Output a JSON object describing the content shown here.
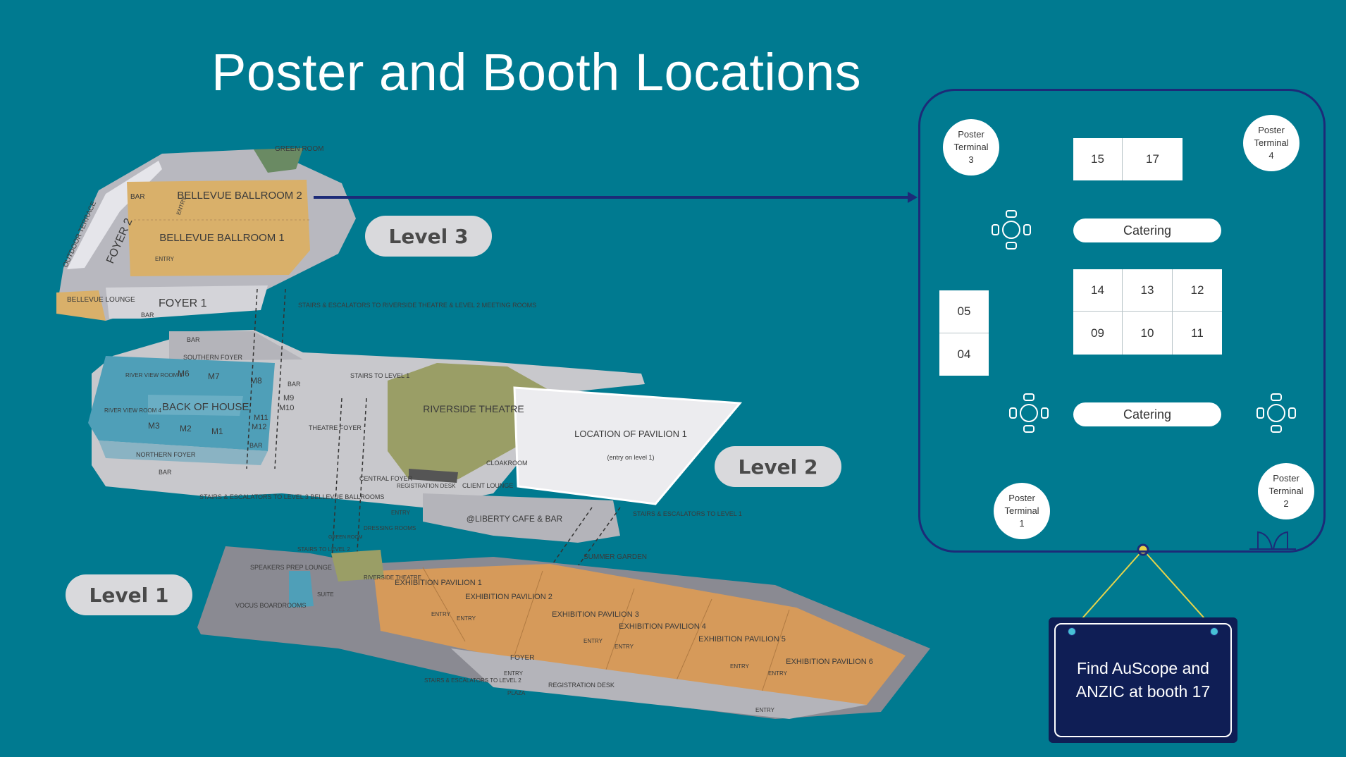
{
  "title": "Poster and Booth Locations",
  "levels": {
    "level3": "Level 3",
    "level2": "Level 2",
    "level1": "Level 1"
  },
  "map_labels": {
    "green_room_top": "GREEN ROOM",
    "bar_a": "BAR",
    "entry_a": "ENTRY",
    "bellevue_ballroom_2": "BELLEVUE BALLROOM 2",
    "bellevue_ballroom_1": "BELLEVUE BALLROOM 1",
    "outdoor_terrace": "OUTDOOR TERRACE",
    "foyer_2": "FOYER 2",
    "entry_b": "ENTRY",
    "bellevue_lounge": "BELLEVUE LOUNGE",
    "foyer_1": "FOYER 1",
    "bar_b": "BAR",
    "stairs_riverside": "STAIRS & ESCALATORS TO RIVERSIDE THEATRE & LEVEL 2 MEETING ROOMS",
    "bar_c": "BAR",
    "southern_foyer": "SOUTHERN FOYER",
    "river_view_5": "RIVER VIEW ROOM 5",
    "m6": "M6",
    "m7": "M7",
    "m8": "M8",
    "bar_d": "BAR",
    "river_view_4": "RIVER VIEW ROOM 4",
    "back_of_house": "BACK OF HOUSE",
    "m9": "M9",
    "m10": "M10",
    "m3": "M3",
    "m2": "M2",
    "m1": "M1",
    "m11": "M11",
    "m12": "M12",
    "bar_e": "BAR",
    "northern_foyer": "NORTHERN FOYER",
    "bar_f": "BAR",
    "stairs_level1": "STAIRS TO LEVEL 1",
    "theatre_foyer": "THEATRE FOYER",
    "riverside_theatre": "RIVERSIDE THEATRE",
    "cloakroom": "CLOAKROOM",
    "registration_desk_l2": "REGISTRATION DESK",
    "client_lounge": "CLIENT LOUNGE",
    "central_foyer": "CENTRAL FOYER",
    "location_pavilion": "LOCATION OF PAVILION 1",
    "entry_on_level": "(entry on level 1)",
    "stairs_ballrooms": "STAIRS & ESCALATORS TO LEVEL 3 BELLEVUE BALLROOMS",
    "entry_c": "ENTRY",
    "liberty_cafe": "@LIBERTY CAFE & BAR",
    "stairs_level1_b": "STAIRS & ESCALATORS TO LEVEL 1",
    "dressing_rooms": "DRESSING ROOMS",
    "green_room_l1": "GREEN ROOM",
    "stairs_to_level2": "STAIRS TO LEVEL 2",
    "speakers_prep": "SPEAKERS PREP LOUNGE",
    "suite": "SUITE",
    "riverside_theatre_l1": "RIVERSIDE THEATRE",
    "vocus": "VOCUS BOARDROOMS",
    "summer_garden": "SUMMER GARDEN",
    "ex_pav_1": "EXHIBITION PAVILION 1",
    "ex_pav_2": "EXHIBITION PAVILION 2",
    "ex_pav_3": "EXHIBITION PAVILION 3",
    "ex_pav_4": "EXHIBITION PAVILION 4",
    "ex_pav_5": "EXHIBITION PAVILION 5",
    "ex_pav_6": "EXHIBITION PAVILION 6",
    "entry_d": "ENTRY",
    "entry_e": "ENTRY",
    "entry_f": "ENTRY",
    "entry_g": "ENTRY",
    "entry_h": "ENTRY",
    "entry_i": "ENTRY",
    "entry_j": "ENTRY",
    "entry_k": "ENTRY",
    "foyer_l1": "FOYER",
    "stairs_level2_b": "STAIRS & ESCALATORS TO LEVEL 2",
    "plaza": "PLAZA",
    "registration_desk_l1": "REGISTRATION DESK"
  },
  "booth_panel": {
    "poster_terminal_3": "Poster\nTerminal\n3",
    "poster_terminal_4": "Poster\nTerminal\n4",
    "poster_terminal_1": "Poster\nTerminal\n1",
    "poster_terminal_2": "Poster\nTerminal\n2",
    "booth_15": "15",
    "booth_17": "17",
    "catering_1": "Catering",
    "catering_2": "Catering",
    "booth_14": "14",
    "booth_13": "13",
    "booth_12": "12",
    "booth_09": "09",
    "booth_10": "10",
    "booth_11": "11",
    "booth_05": "05",
    "booth_04": "04"
  },
  "callout": {
    "text": "Find AuScope and\nANZIC at booth 17"
  },
  "colors": {
    "background": "#007a90",
    "panel_border": "#1c2b78",
    "callout_bg": "#0f1e55",
    "ballroom": "#d9b06a",
    "meeting_rooms": "#4f9fb8",
    "theatre": "#9a9e66",
    "floor_grey": "#c8c8cc",
    "exhibition": "#d69a5a"
  }
}
